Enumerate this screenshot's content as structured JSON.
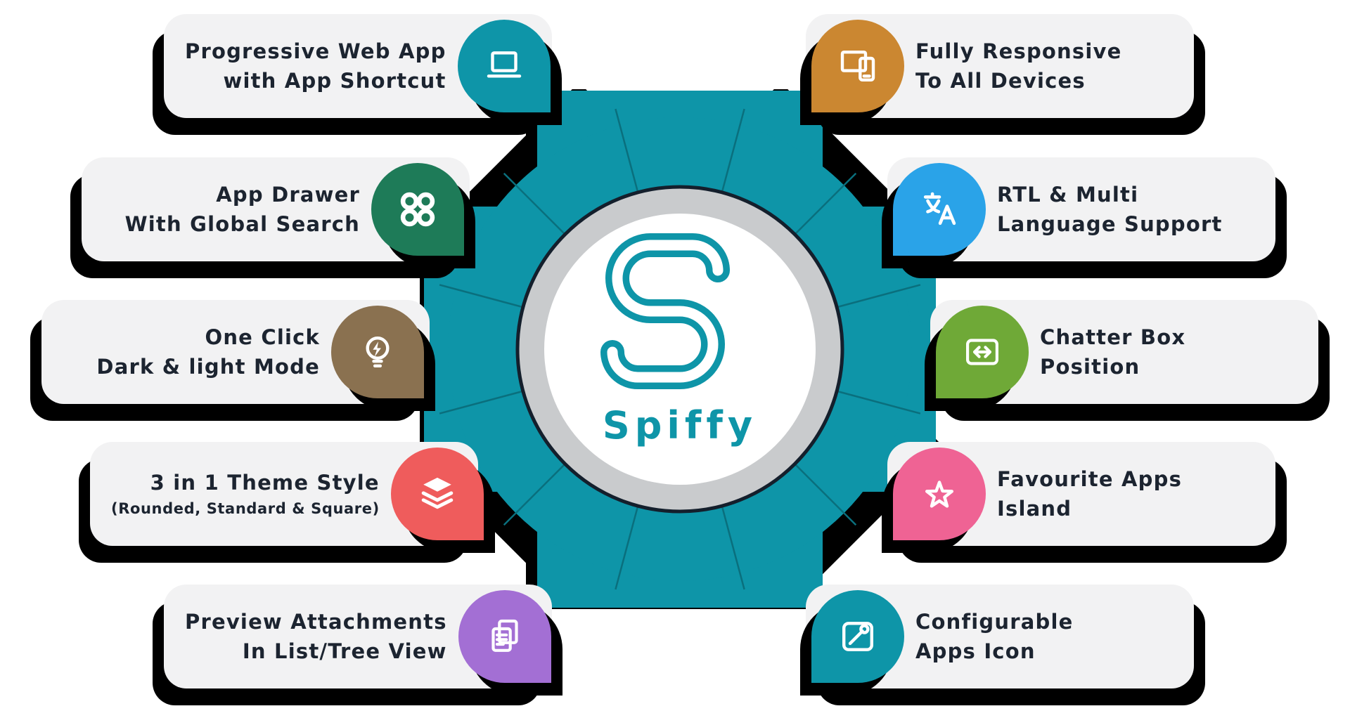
{
  "center": {
    "brand": "Spiffy",
    "accent": "#0e95a8",
    "ring_color": "#c9cbcd",
    "ring_outline": "#141f2c",
    "spoke_color": "#0a6f7d"
  },
  "features_left": [
    {
      "line1": "Progressive Web App",
      "line2": "with App Shortcut",
      "color": "#0e95a8",
      "icon": "laptop-icon"
    },
    {
      "line1": "App Drawer",
      "line2": "With Global Search",
      "color": "#1e7b58",
      "icon": "app-drawer-icon"
    },
    {
      "line1": "One Click",
      "line2": "Dark & light Mode",
      "color": "#8a7150",
      "icon": "lightbulb-bolt-icon"
    },
    {
      "line1": "3 in 1 Theme Style",
      "line2": "(Rounded, Standard & Square)",
      "color": "#ef5c5c",
      "icon": "layers-icon"
    },
    {
      "line1": "Preview Attachments",
      "line2": "In List/Tree View",
      "color": "#a36fd4",
      "icon": "documents-icon"
    }
  ],
  "features_right": [
    {
      "line1": "Fully Responsive",
      "line2": "To All Devices",
      "color": "#cb8731",
      "icon": "devices-icon"
    },
    {
      "line1": "RTL & Multi",
      "line2": "Language Support",
      "color": "#2aa3e8",
      "icon": "translate-icon"
    },
    {
      "line1": "Chatter Box",
      "line2": "Position",
      "color": "#6fa937",
      "icon": "chatter-position-icon"
    },
    {
      "line1": "Favourite Apps",
      "line2": "Island",
      "color": "#ef6394",
      "icon": "star-icon"
    },
    {
      "line1": "Configurable",
      "line2": "Apps Icon",
      "color": "#0e95a8",
      "icon": "configurable-apps-icon"
    }
  ]
}
